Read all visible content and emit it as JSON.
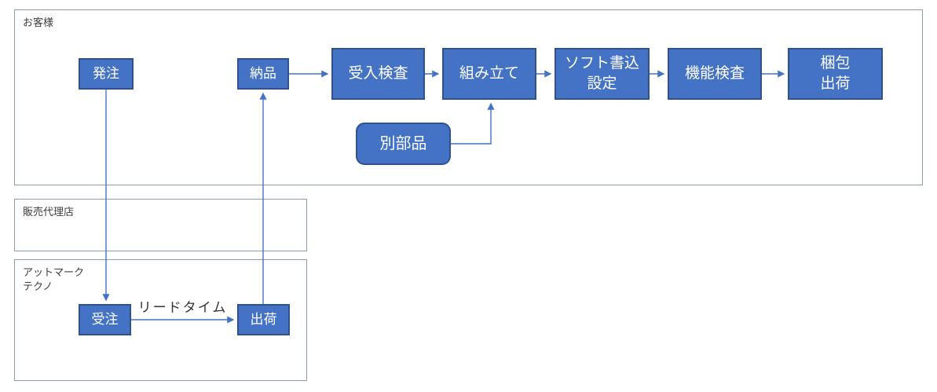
{
  "lanes": {
    "customer": {
      "label": "お客様"
    },
    "distributor": {
      "label": "販売代理店"
    },
    "atmark": {
      "line1": "アットマーク",
      "line2": "テクノ"
    }
  },
  "nodes": {
    "order": {
      "label": "発注"
    },
    "delivery": {
      "label": "納品"
    },
    "incoming_inspection": {
      "label": "受入検査"
    },
    "assembly": {
      "label": "組み立て"
    },
    "software_write": {
      "line1": "ソフト書込",
      "line2": "設定"
    },
    "function_test": {
      "label": "機能検査"
    },
    "packing_shipping": {
      "line1": "梱包",
      "line2": "出荷"
    },
    "other_parts": {
      "label": "別部品"
    },
    "order_received": {
      "label": "受注"
    },
    "shipping": {
      "label": "出荷"
    }
  },
  "labels": {
    "lead_time": "リードタイム"
  },
  "colors": {
    "node_fill": "#4472C4",
    "node_border": "#2F528F",
    "node_text": "#FFFFFF",
    "connector": "#4472C4",
    "lane_border": "#8E9CB2",
    "lane_label_text": "#3B3B3B",
    "background": "#FFFFFF"
  }
}
